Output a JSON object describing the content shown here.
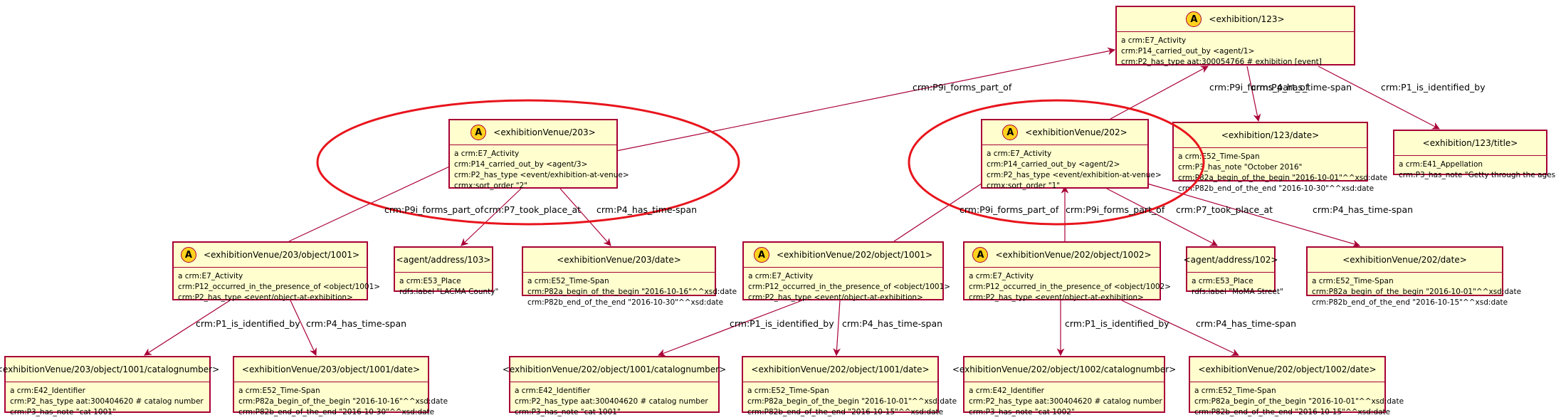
{
  "badge_letter": "A",
  "colors": {
    "node_fill": "#FEFECE",
    "node_border": "#A80036",
    "badge_fill": "#FFD21E",
    "edge": "#A80036",
    "highlight": "#E8141C"
  },
  "nodes": [
    {
      "id": "exhibition",
      "title": "<exhibition/123>",
      "abstract": true,
      "lines": [
        "a crm:E7_Activity",
        "crm:P14_carried_out_by <agent/1>",
        "crm:P2_has_type aat:300054766 # exhibition [event]"
      ]
    },
    {
      "id": "venue203",
      "title": "<exhibitionVenue/203>",
      "abstract": true,
      "lines": [
        "a crm:E7_Activity",
        "crm:P14_carried_out_by <agent/3>",
        "crm:P2_has_type <event/exhibition-at-venue>",
        "crmx:sort_order \"2\""
      ]
    },
    {
      "id": "venue202",
      "title": "<exhibitionVenue/202>",
      "abstract": true,
      "lines": [
        "a crm:E7_Activity",
        "crm:P14_carried_out_by <agent/2>",
        "crm:P2_has_type <event/exhibition-at-venue>",
        "crmx:sort_order \"1\""
      ]
    },
    {
      "id": "exdate",
      "title": "<exhibition/123/date>",
      "abstract": false,
      "lines": [
        "a crm:E52_Time-Span",
        "crm:P3_has_note \"October 2016\"",
        "crm:P82a_begin_of_the_begin \"2016-10-01\"^^xsd:date",
        "crm:P82b_end_of_the_end \"2016-10-30\"^^xsd:date"
      ]
    },
    {
      "id": "extitle",
      "title": "<exhibition/123/title>",
      "abstract": false,
      "lines": [
        "a crm:E41_Appellation",
        "crm:P3_has_note \"Getty through the ages\""
      ]
    },
    {
      "id": "obj203_1001",
      "title": "<exhibitionVenue/203/object/1001>",
      "abstract": true,
      "lines": [
        "a crm:E7_Activity",
        "crm:P12_occurred_in_the_presence_of <object/1001>",
        "crm:P2_has_type <event/object-at-exhibition>"
      ]
    },
    {
      "id": "addr103",
      "title": "<agent/address/103>",
      "abstract": false,
      "lines": [
        "a crm:E53_Place",
        "rdfs:label \"LACMA County\""
      ]
    },
    {
      "id": "v203date",
      "title": "<exhibitionVenue/203/date>",
      "abstract": false,
      "lines": [
        "a crm:E52_Time-Span",
        "crm:P82a_begin_of_the_begin \"2016-10-16\"^^xsd:date",
        "crm:P82b_end_of_the_end \"2016-10-30\"^^xsd:date"
      ]
    },
    {
      "id": "obj202_1001",
      "title": "<exhibitionVenue/202/object/1001>",
      "abstract": true,
      "lines": [
        "a crm:E7_Activity",
        "crm:P12_occurred_in_the_presence_of <object/1001>",
        "crm:P2_has_type <event/object-at-exhibition>"
      ]
    },
    {
      "id": "obj202_1002",
      "title": "<exhibitionVenue/202/object/1002>",
      "abstract": true,
      "lines": [
        "a crm:E7_Activity",
        "crm:P12_occurred_in_the_presence_of <object/1002>",
        "crm:P2_has_type <event/object-at-exhibition>"
      ]
    },
    {
      "id": "addr102",
      "title": "<agent/address/102>",
      "abstract": false,
      "lines": [
        "a crm:E53_Place",
        "rdfs:label \"MoMA Street\""
      ]
    },
    {
      "id": "v202date",
      "title": "<exhibitionVenue/202/date>",
      "abstract": false,
      "lines": [
        "a crm:E52_Time-Span",
        "crm:P82a_begin_of_the_begin \"2016-10-01\"^^xsd:date",
        "crm:P82b_end_of_the_end \"2016-10-15\"^^xsd:date"
      ]
    },
    {
      "id": "cat203_1001",
      "title": "<exhibitionVenue/203/object/1001/catalognumber>",
      "abstract": false,
      "lines": [
        "a crm:E42_Identifier",
        "crm:P2_has_type aat:300404620 # catalog number",
        "crm:P3_has_note \"cat 1001\""
      ]
    },
    {
      "id": "date203_1001",
      "title": "<exhibitionVenue/203/object/1001/date>",
      "abstract": false,
      "lines": [
        "a crm:E52_Time-Span",
        "crm:P82a_begin_of_the_begin \"2016-10-16\"^^xsd:date",
        "crm:P82b_end_of_the_end \"2016-10-30\"^^xsd:date"
      ]
    },
    {
      "id": "cat202_1001",
      "title": "<exhibitionVenue/202/object/1001/catalognumber>",
      "abstract": false,
      "lines": [
        "a crm:E42_Identifier",
        "crm:P2_has_type aat:300404620 # catalog number",
        "crm:P3_has_note \"cat 1001\""
      ]
    },
    {
      "id": "date202_1001",
      "title": "<exhibitionVenue/202/object/1001/date>",
      "abstract": false,
      "lines": [
        "a crm:E52_Time-Span",
        "crm:P82a_begin_of_the_begin \"2016-10-01\"^^xsd:date",
        "crm:P82b_end_of_the_end \"2016-10-15\"^^xsd:date"
      ]
    },
    {
      "id": "cat202_1002",
      "title": "<exhibitionVenue/202/object/1002/catalognumber>",
      "abstract": false,
      "lines": [
        "a crm:E42_Identifier",
        "crm:P2_has_type aat:300404620 # catalog number",
        "crm:P3_has_note \"cat 1002\""
      ]
    },
    {
      "id": "date202_1002",
      "title": "<exhibitionVenue/202/object/1002/date>",
      "abstract": false,
      "lines": [
        "a crm:E52_Time-Span",
        "crm:P82a_begin_of_the_begin \"2016-10-01\"^^xsd:date",
        "crm:P82b_end_of_the_end \"2016-10-15\"^^xsd:date"
      ]
    }
  ],
  "edges": [
    {
      "from": "venue203",
      "to": "exhibition",
      "label": "crm:P9i_forms_part_of"
    },
    {
      "from": "venue202",
      "to": "exhibition",
      "label": "crm:P9i_forms_part_of"
    },
    {
      "from": "exhibition",
      "to": "exdate",
      "label": "crm:P4_has_time-span"
    },
    {
      "from": "exhibition",
      "to": "extitle",
      "label": "crm:P1_is_identified_by"
    },
    {
      "from": "obj203_1001",
      "to": "venue203",
      "label": "crm:P9i_forms_part_of"
    },
    {
      "from": "venue203",
      "to": "addr103",
      "label": "crm:P7_took_place_at"
    },
    {
      "from": "venue203",
      "to": "v203date",
      "label": "crm:P4_has_time-span"
    },
    {
      "from": "obj202_1001",
      "to": "venue202",
      "label": "crm:P9i_forms_part_of"
    },
    {
      "from": "obj202_1002",
      "to": "venue202",
      "label": "crm:P9i_forms_part_of"
    },
    {
      "from": "venue202",
      "to": "addr102",
      "label": "crm:P7_took_place_at"
    },
    {
      "from": "venue202",
      "to": "v202date",
      "label": "crm:P4_has_time-span"
    },
    {
      "from": "obj203_1001",
      "to": "cat203_1001",
      "label": "crm:P1_is_identified_by"
    },
    {
      "from": "obj203_1001",
      "to": "date203_1001",
      "label": "crm:P4_has_time-span"
    },
    {
      "from": "obj202_1001",
      "to": "cat202_1001",
      "label": "crm:P1_is_identified_by"
    },
    {
      "from": "obj202_1001",
      "to": "date202_1001",
      "label": "crm:P4_has_time-span"
    },
    {
      "from": "obj202_1002",
      "to": "cat202_1002",
      "label": "crm:P1_is_identified_by"
    },
    {
      "from": "obj202_1002",
      "to": "date202_1002",
      "label": "crm:P4_has_time-span"
    }
  ],
  "highlights": [
    "venue203",
    "venue202"
  ]
}
